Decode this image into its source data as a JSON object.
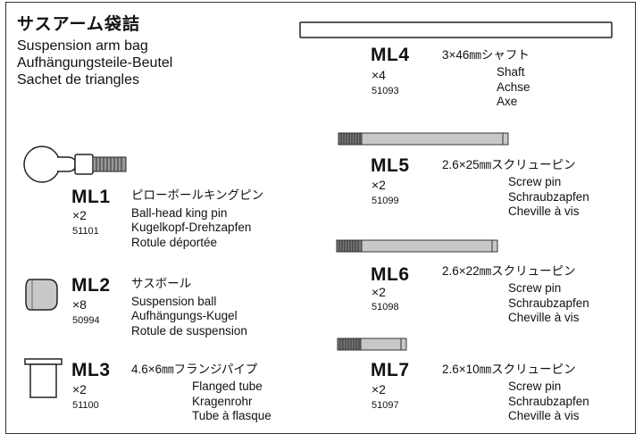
{
  "header": {
    "title_jp": "サスアーム袋詰",
    "title_en": "Suspension arm bag",
    "title_de": "Aufhängungsteile-Beutel",
    "title_fr": "Sachet de triangles"
  },
  "parts": {
    "ml1": {
      "code": "ML1",
      "qty": "×2",
      "number": "51101",
      "name_jp": "ピローボールキングピン",
      "name_en": "Ball-head king pin",
      "name_de": "Kugelkopf-Drehzapfen",
      "name_fr": "Rotule déportée"
    },
    "ml2": {
      "code": "ML2",
      "qty": "×8",
      "number": "50994",
      "name_jp": "サスボール",
      "name_en": "Suspension ball",
      "name_de": "Aufhängungs-Kugel",
      "name_fr": "Rotule de suspension"
    },
    "ml3": {
      "code": "ML3",
      "qty": "×2",
      "number": "51100",
      "name_jp": "4.6×6㎜フランジパイプ",
      "name_en": "Flanged tube",
      "name_de": "Kragenrohr",
      "name_fr": "Tube à flasque"
    },
    "ml4": {
      "code": "ML4",
      "qty": "×4",
      "number": "51093",
      "name_jp": "3×46㎜シャフト",
      "name_en": "Shaft",
      "name_de": "Achse",
      "name_fr": "Axe"
    },
    "ml5": {
      "code": "ML5",
      "qty": "×2",
      "number": "51099",
      "name_jp": "2.6×25㎜スクリューピン",
      "name_en": "Screw pin",
      "name_de": "Schraubzapfen",
      "name_fr": "Cheville à vis"
    },
    "ml6": {
      "code": "ML6",
      "qty": "×2",
      "number": "51098",
      "name_jp": "2.6×22㎜スクリューピン",
      "name_en": "Screw pin",
      "name_de": "Schraubzapfen",
      "name_fr": "Cheville à vis"
    },
    "ml7": {
      "code": "ML7",
      "qty": "×2",
      "number": "51097",
      "name_jp": "2.6×10㎜スクリューピン",
      "name_en": "Screw pin",
      "name_de": "Schraubzapfen",
      "name_fr": "Cheville à vis"
    }
  }
}
